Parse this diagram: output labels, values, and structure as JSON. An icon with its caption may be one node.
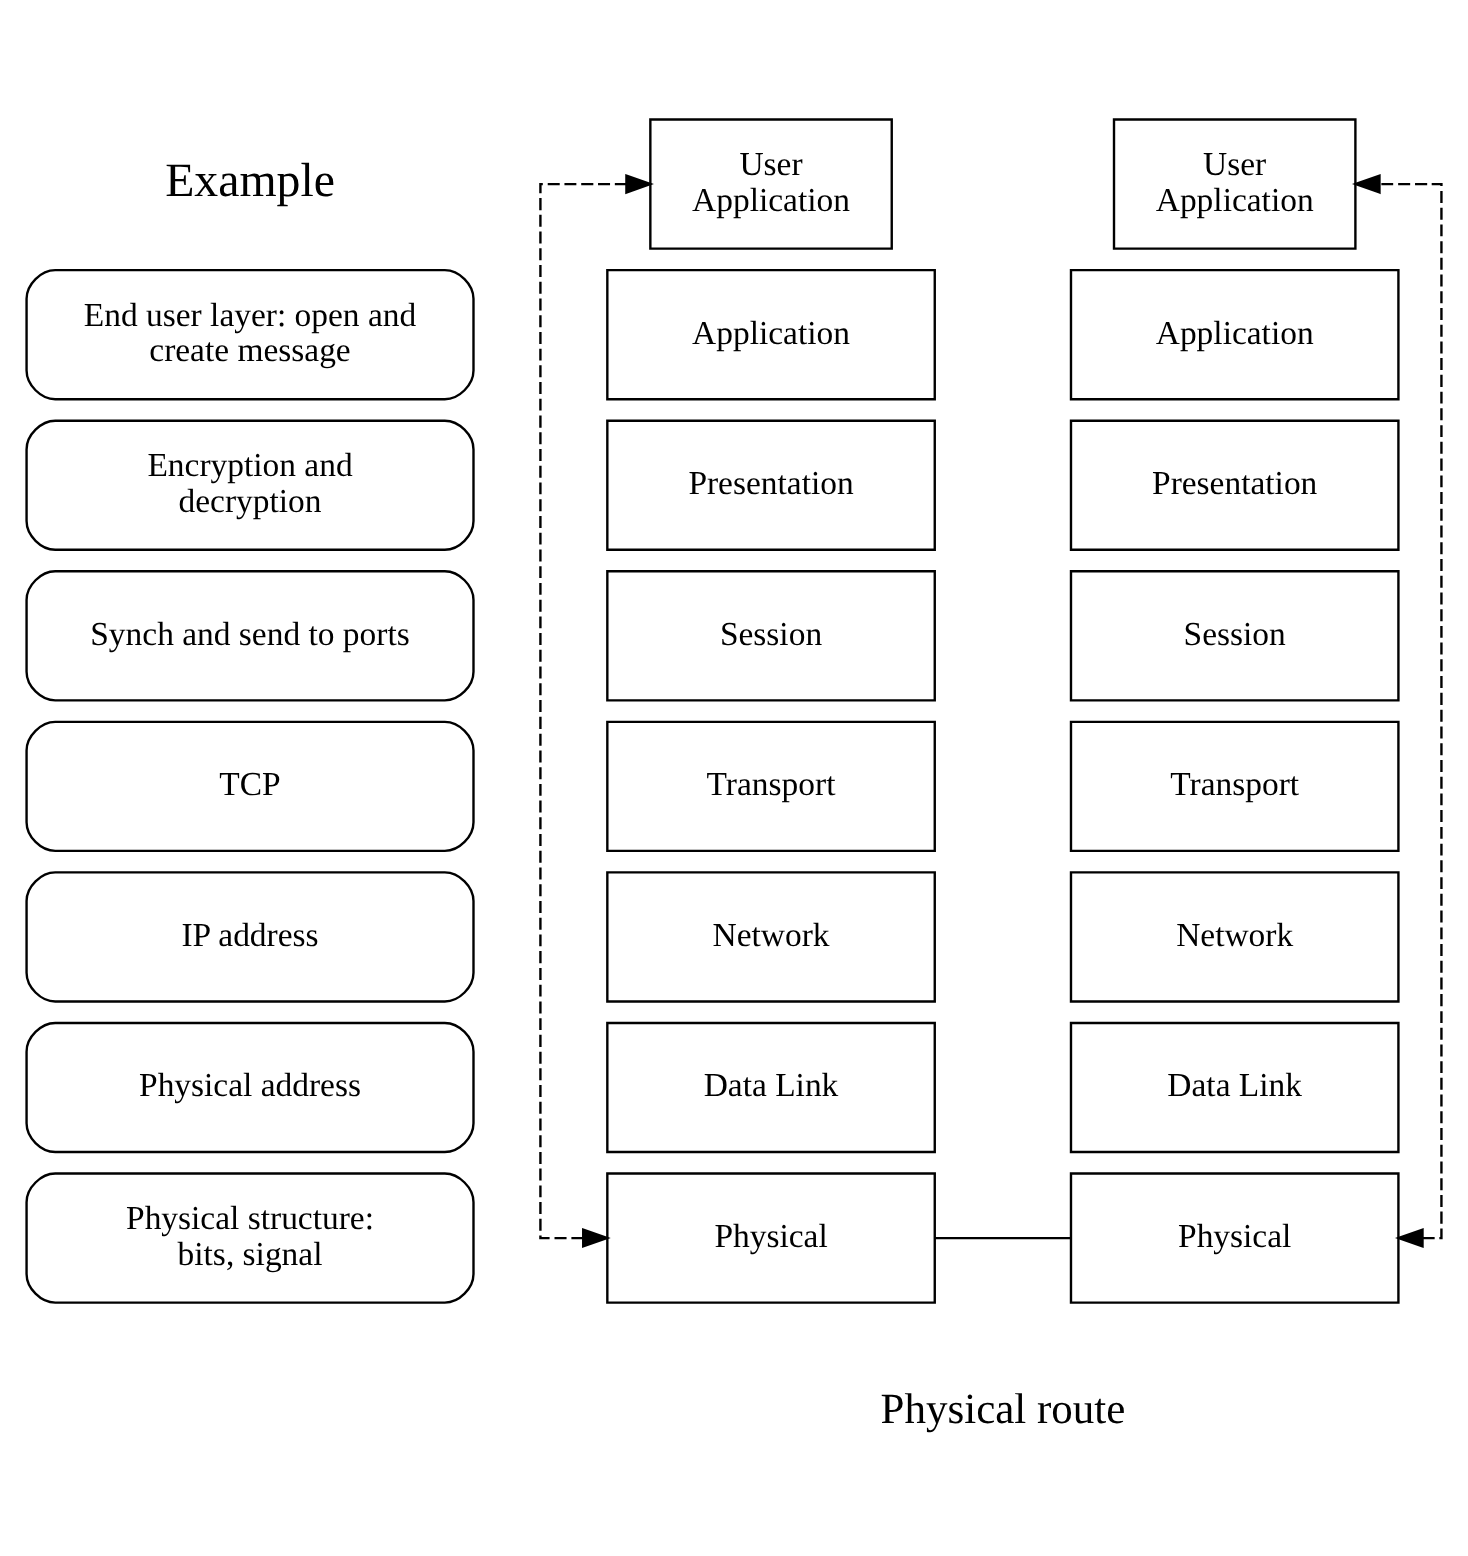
{
  "diagram": {
    "nodes": [
      {
        "text": [
          "User Application"
        ]
      },
      {
        "text": [
          "User Application"
        ]
      },
      {
        "text": [
          "End user layer: open and create message"
        ]
      },
      {
        "text": [
          "Encryption and decryption"
        ]
      },
      {
        "text": [
          "Synch and send to ports"
        ]
      },
      {
        "text": [
          "TCP"
        ]
      },
      {
        "text": [
          "IP address"
        ]
      },
      {
        "text": [
          "Physical address"
        ]
      },
      {
        "text": [
          "Physical structure: bits, signal"
        ]
      },
      {
        "text": [
          "Application"
        ]
      },
      {
        "text": [
          "Presentation"
        ]
      },
      {
        "text": [
          "Session"
        ]
      },
      {
        "text": [
          "Transport"
        ]
      },
      {
        "text": [
          "Network"
        ]
      },
      {
        "text": [
          "Data Link"
        ]
      },
      {
        "text": [
          "Physical"
        ]
      },
      {
        "text": [
          "Application"
        ]
      },
      {
        "text": [
          "Presentation"
        ]
      },
      {
        "text": [
          "Session"
        ]
      },
      {
        "text": [
          "Transport"
        ]
      },
      {
        "text": [
          "Network"
        ]
      },
      {
        "text": [
          "Data Link"
        ]
      },
      {
        "text": [
          "Physical"
        ]
      }
    ],
    "edges": [
      {
        "from": 15,
        "to": 0,
        "arrow": "both",
        "style": "dashed"
      },
      {
        "from": 22,
        "to": 1,
        "arrow": "both",
        "style": "dashed"
      },
      {
        "from": 15,
        "to": 22,
        "arrow": "none",
        "label": "Physical route"
      }
    ],
    "labels": [
      "Example"
    ]
  }
}
